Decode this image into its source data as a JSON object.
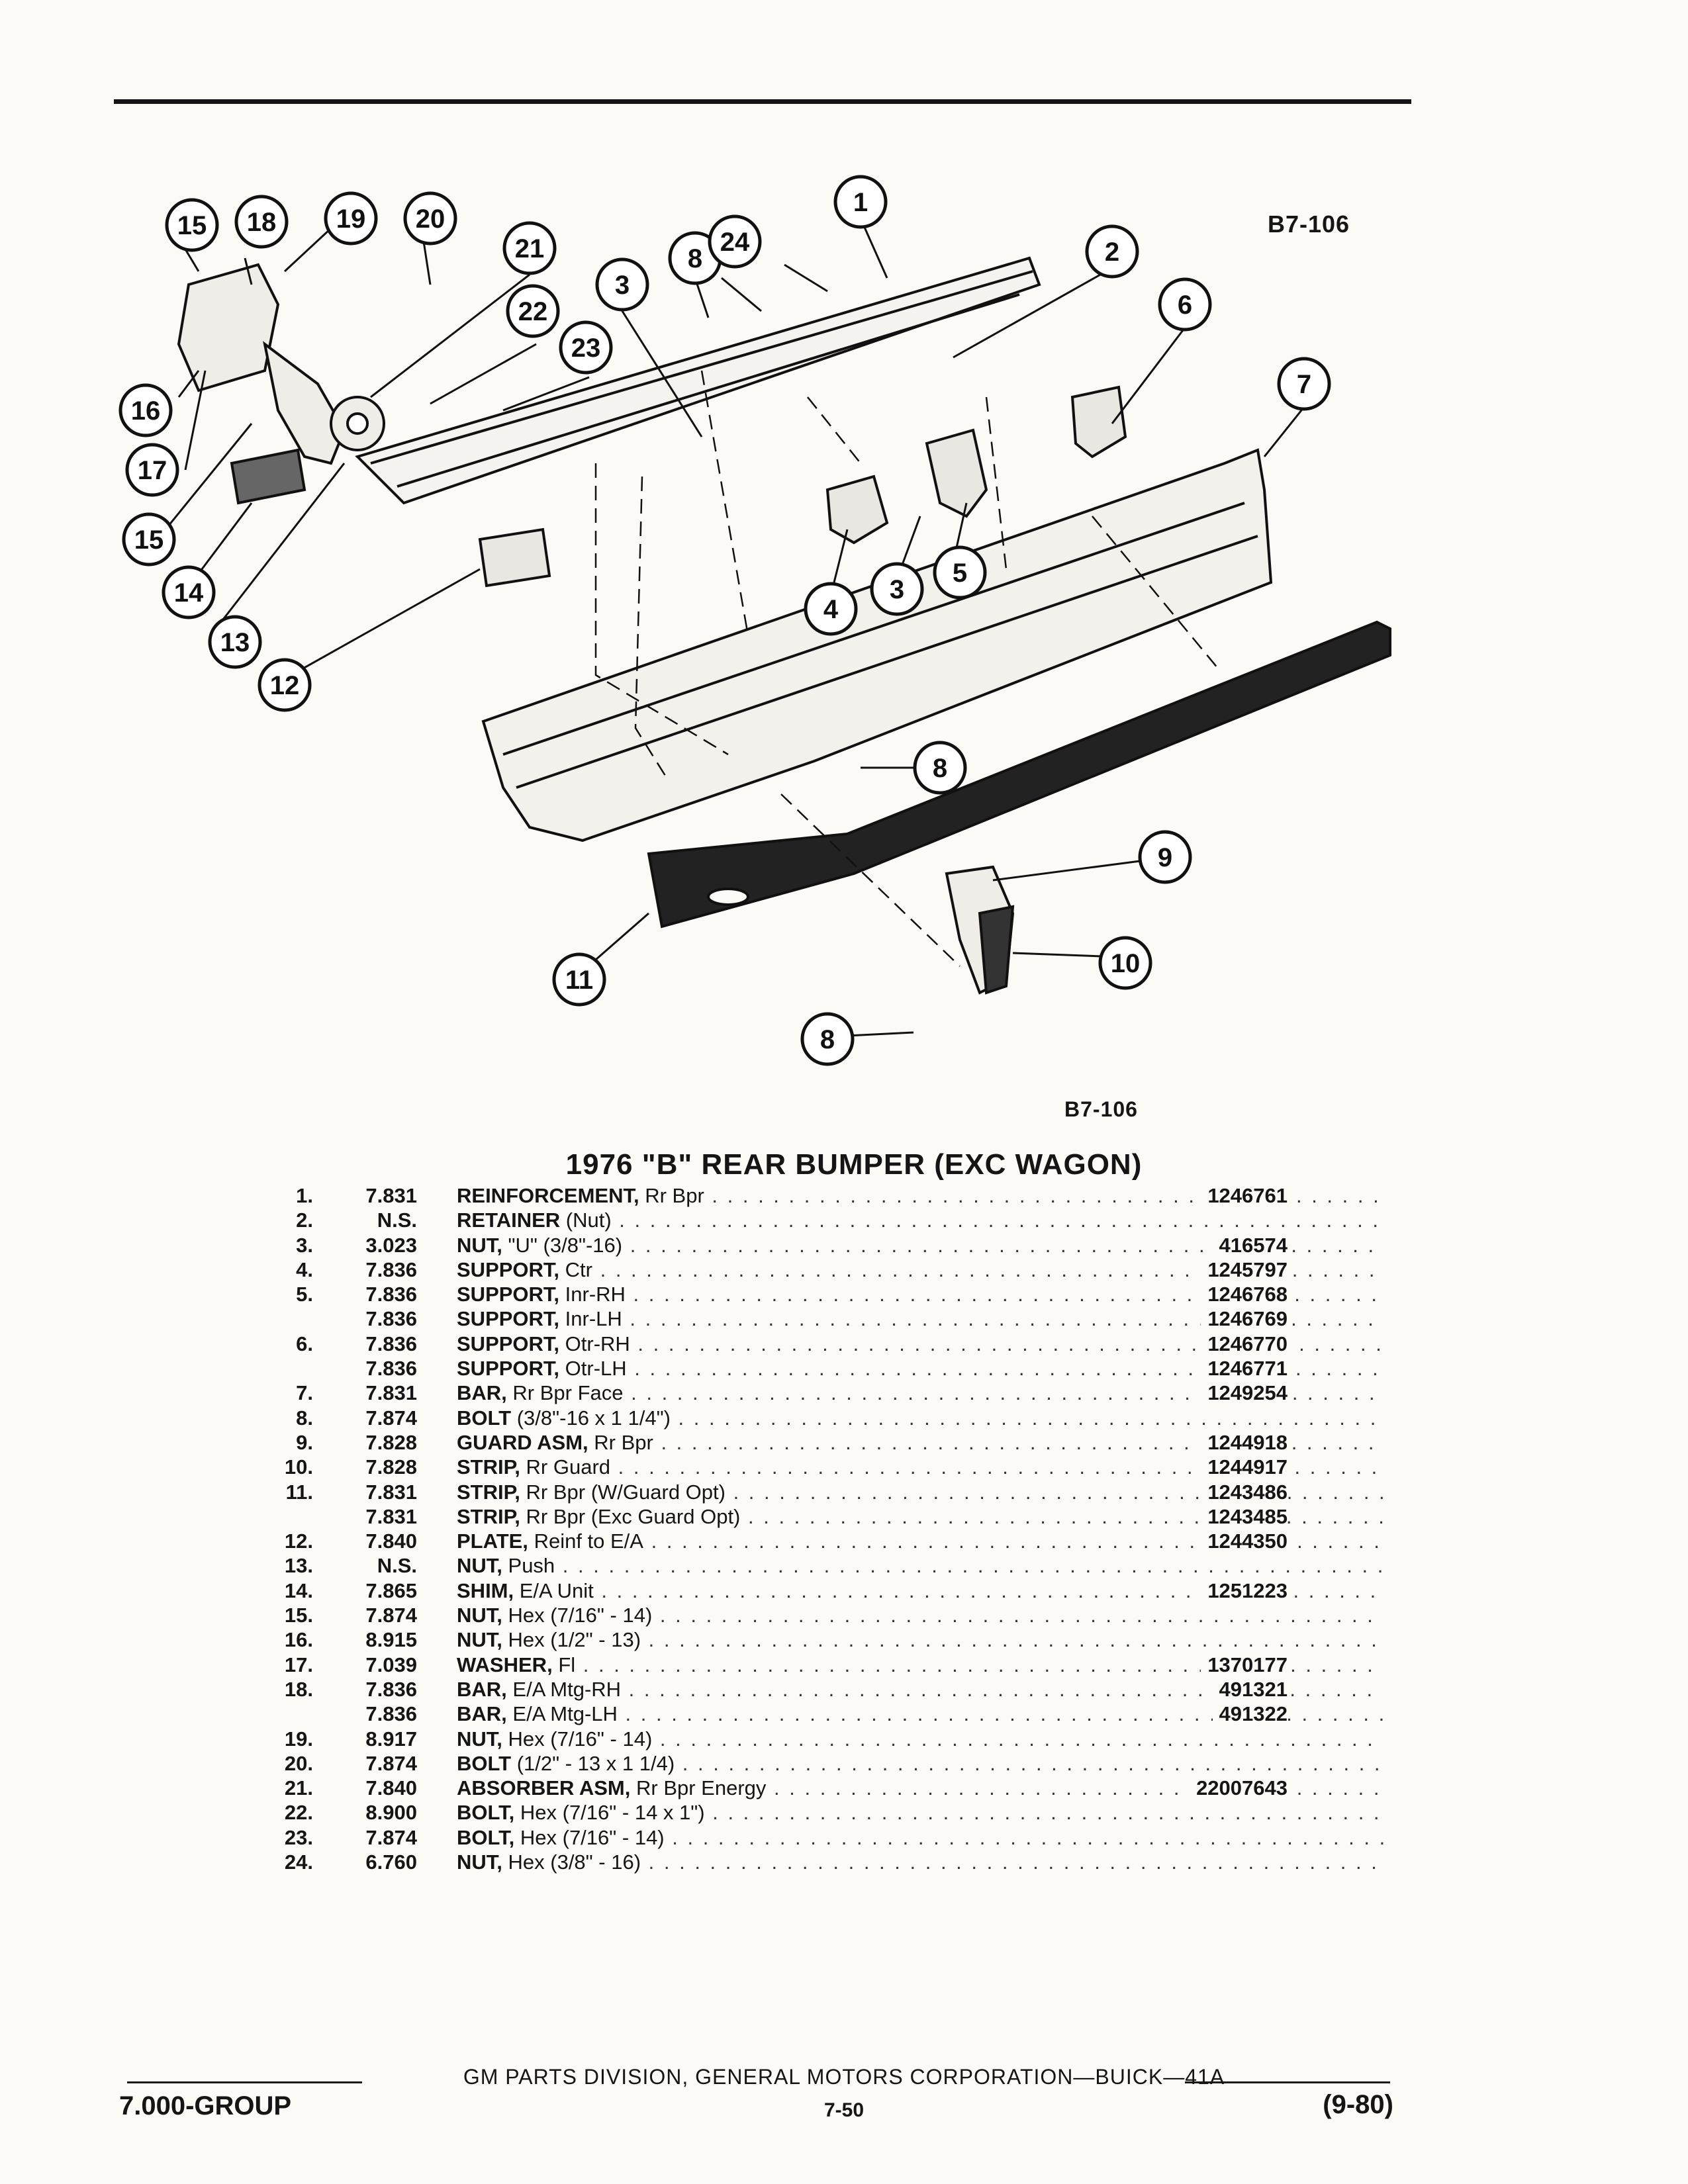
{
  "figure_code_top": "B7-106",
  "figure_code_bottom": "B7-106",
  "title": "1976 \"B\" REAR BUMPER (EXC WAGON)",
  "callouts": [
    "15",
    "18",
    "19",
    "20",
    "21",
    "22",
    "23",
    "3",
    "8",
    "24",
    "1",
    "2",
    "6",
    "7",
    "16",
    "17",
    "15",
    "14",
    "13",
    "12",
    "4",
    "3",
    "5",
    "8",
    "9",
    "10",
    "11",
    "8"
  ],
  "parts": [
    {
      "num": "1.",
      "group": "7.831",
      "name": "REINFORCEMENT,",
      "spec": "Rr Bpr",
      "part_no": "1246761"
    },
    {
      "num": "2.",
      "group": "N.S.",
      "name": "RETAINER",
      "spec": "(Nut)",
      "part_no": ""
    },
    {
      "num": "3.",
      "group": "3.023",
      "name": "NUT,",
      "spec": "\"U\" (3/8\"-16)",
      "part_no": "416574"
    },
    {
      "num": "4.",
      "group": "7.836",
      "name": "SUPPORT,",
      "spec": "Ctr",
      "part_no": "1245797"
    },
    {
      "num": "5.",
      "group": "7.836",
      "name": "SUPPORT,",
      "spec": "Inr-RH",
      "part_no": "1246768"
    },
    {
      "num": "",
      "group": "7.836",
      "name": "SUPPORT,",
      "spec": "Inr-LH",
      "part_no": "1246769"
    },
    {
      "num": "6.",
      "group": "7.836",
      "name": "SUPPORT,",
      "spec": "Otr-RH",
      "part_no": "1246770"
    },
    {
      "num": "",
      "group": "7.836",
      "name": "SUPPORT,",
      "spec": "Otr-LH",
      "part_no": "1246771"
    },
    {
      "num": "7.",
      "group": "7.831",
      "name": "BAR,",
      "spec": "Rr Bpr Face",
      "part_no": "1249254"
    },
    {
      "num": "8.",
      "group": "7.874",
      "name": "BOLT",
      "spec": "(3/8\"-16 x 1 1/4\")",
      "part_no": ""
    },
    {
      "num": "9.",
      "group": "7.828",
      "name": "GUARD ASM,",
      "spec": "Rr Bpr",
      "part_no": "1244918"
    },
    {
      "num": "10.",
      "group": "7.828",
      "name": "STRIP,",
      "spec": "Rr Guard",
      "part_no": "1244917"
    },
    {
      "num": "11.",
      "group": "7.831",
      "name": "STRIP,",
      "spec": "Rr Bpr (W/Guard Opt)",
      "part_no": "1243486"
    },
    {
      "num": "",
      "group": "7.831",
      "name": "STRIP,",
      "spec": "Rr Bpr (Exc Guard Opt)",
      "part_no": "1243485"
    },
    {
      "num": "12.",
      "group": "7.840",
      "name": "PLATE,",
      "spec": "Reinf to E/A",
      "part_no": "1244350"
    },
    {
      "num": "13.",
      "group": "N.S.",
      "name": "NUT,",
      "spec": "Push",
      "part_no": ""
    },
    {
      "num": "14.",
      "group": "7.865",
      "name": "SHIM,",
      "spec": "E/A Unit",
      "part_no": "1251223"
    },
    {
      "num": "15.",
      "group": "7.874",
      "name": "NUT,",
      "spec": "Hex (7/16\" - 14)",
      "part_no": ""
    },
    {
      "num": "16.",
      "group": "8.915",
      "name": "NUT,",
      "spec": "Hex (1/2\" - 13)",
      "part_no": ""
    },
    {
      "num": "17.",
      "group": "7.039",
      "name": "WASHER,",
      "spec": "Fl",
      "part_no": "1370177"
    },
    {
      "num": "18.",
      "group": "7.836",
      "name": "BAR,",
      "spec": "E/A Mtg-RH",
      "part_no": "491321"
    },
    {
      "num": "",
      "group": "7.836",
      "name": "BAR,",
      "spec": "E/A Mtg-LH",
      "part_no": "491322"
    },
    {
      "num": "19.",
      "group": "8.917",
      "name": "NUT,",
      "spec": "Hex (7/16\" - 14)",
      "part_no": ""
    },
    {
      "num": "20.",
      "group": "7.874",
      "name": "BOLT",
      "spec": "(1/2\" - 13 x 1 1/4)",
      "part_no": ""
    },
    {
      "num": "21.",
      "group": "7.840",
      "name": "ABSORBER ASM,",
      "spec": "Rr Bpr Energy",
      "part_no": "22007643"
    },
    {
      "num": "22.",
      "group": "8.900",
      "name": "BOLT,",
      "spec": "Hex (7/16\" - 14 x 1\")",
      "part_no": ""
    },
    {
      "num": "23.",
      "group": "7.874",
      "name": "BOLT,",
      "spec": "Hex (7/16\" - 14)",
      "part_no": ""
    },
    {
      "num": "24.",
      "group": "6.760",
      "name": "NUT,",
      "spec": "Hex (3/8\" - 16)",
      "part_no": ""
    }
  ],
  "footer": {
    "center": "GM PARTS DIVISION, GENERAL MOTORS CORPORATION—BUICK—41A",
    "group": "7.000-GROUP",
    "page": "7-50",
    "date": "(9-80)"
  }
}
